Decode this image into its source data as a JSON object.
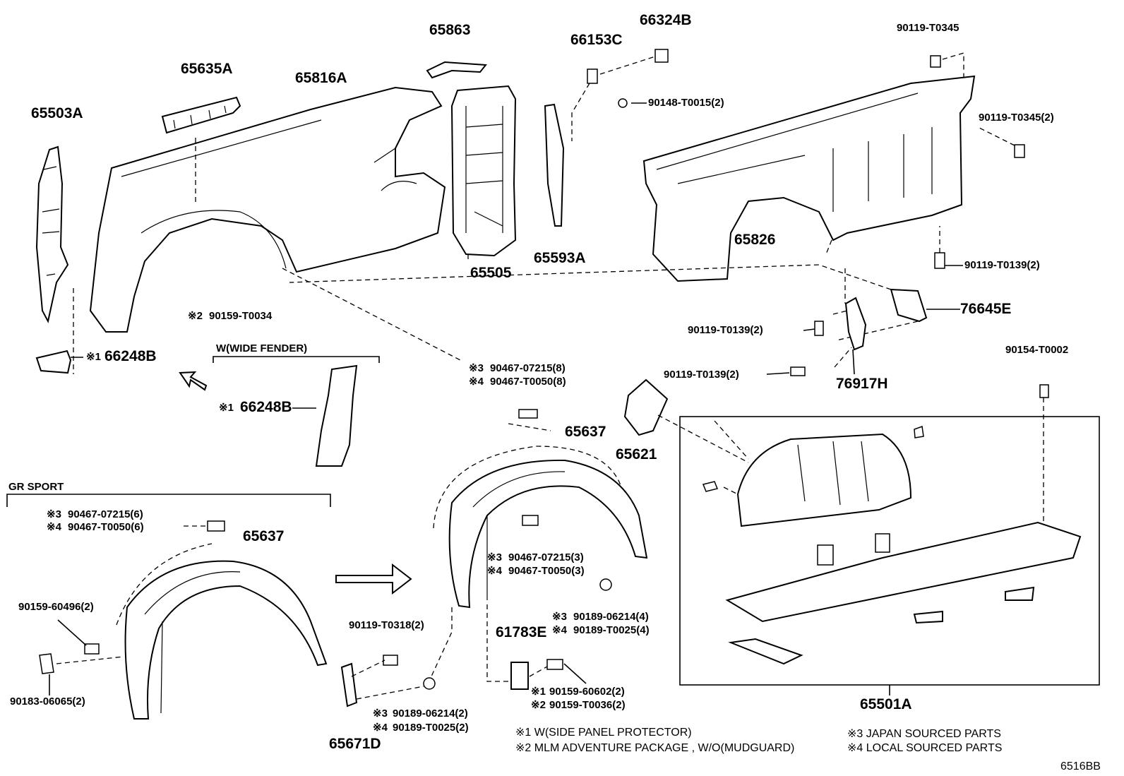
{
  "parts": {
    "p65503A": "65503A",
    "p65635A": "65635A",
    "p65816A": "65816A",
    "p65863": "65863",
    "p66153C": "66153C",
    "p66324B": "66324B",
    "p90119_T0345": "90119-T0345",
    "p90148_T0015": "90148-T0015(2)",
    "p90119_T0345_2": "90119-T0345(2)",
    "p65505": "65505",
    "p65593A": "65593A",
    "p65826": "65826",
    "p90119_T0139_r": "90119-T0139(2)",
    "p90159_T0034": "90159-T0034",
    "p76645E": "76645E",
    "p90119_T0139_a": "90119-T0139(2)",
    "p90119_T0139_b": "90119-T0139(2)",
    "p76917H": "76917H",
    "p66248B_a": "66248B",
    "p66248B_b": "66248B",
    "p90154_T0002": "90154-T0002",
    "p90467_07215_8": "90467-07215(8)",
    "p90467_T0050_8": "90467-T0050(8)",
    "p65637_c": "65637",
    "p65621": "65621",
    "p90467_07215_6": "90467-07215(6)",
    "p90467_T0050_6": "90467-T0050(6)",
    "p65637_l": "65637",
    "p90159_60496": "90159-60496(2)",
    "p90183_06065": "90183-06065(2)",
    "p90467_07215_3": "90467-07215(3)",
    "p90467_T0050_3": "90467-T0050(3)",
    "p90189_06214_4": "90189-06214(4)",
    "p90189_T0025_4": "90189-T0025(4)",
    "p90119_T0318": "90119-T0318(2)",
    "p61783E": "61783E",
    "p90159_60602": "90159-60602(2)",
    "p90159_T0036": "90159-T0036(2)",
    "p90189_06214_2": "90189-06214(2)",
    "p90189_T0025_2": "90189-T0025(2)",
    "p65671D": "65671D",
    "p65501A": "65501A"
  },
  "marks": {
    "m1": "※1",
    "m2": "※2",
    "m3": "※3",
    "m4": "※4"
  },
  "groups": {
    "wide_fender": "W(WIDE FENDER)",
    "gr_sport": "GR SPORT"
  },
  "notes": {
    "n1": "※1 W(SIDE PANEL PROTECTOR)",
    "n2": "※2 MLM ADVENTURE PACKAGE , W/O(MUDGUARD)",
    "n3": "※3 JAPAN SOURCED PARTS",
    "n4": "※4 LOCAL SOURCED PARTS"
  },
  "figure_code": "6516BB"
}
